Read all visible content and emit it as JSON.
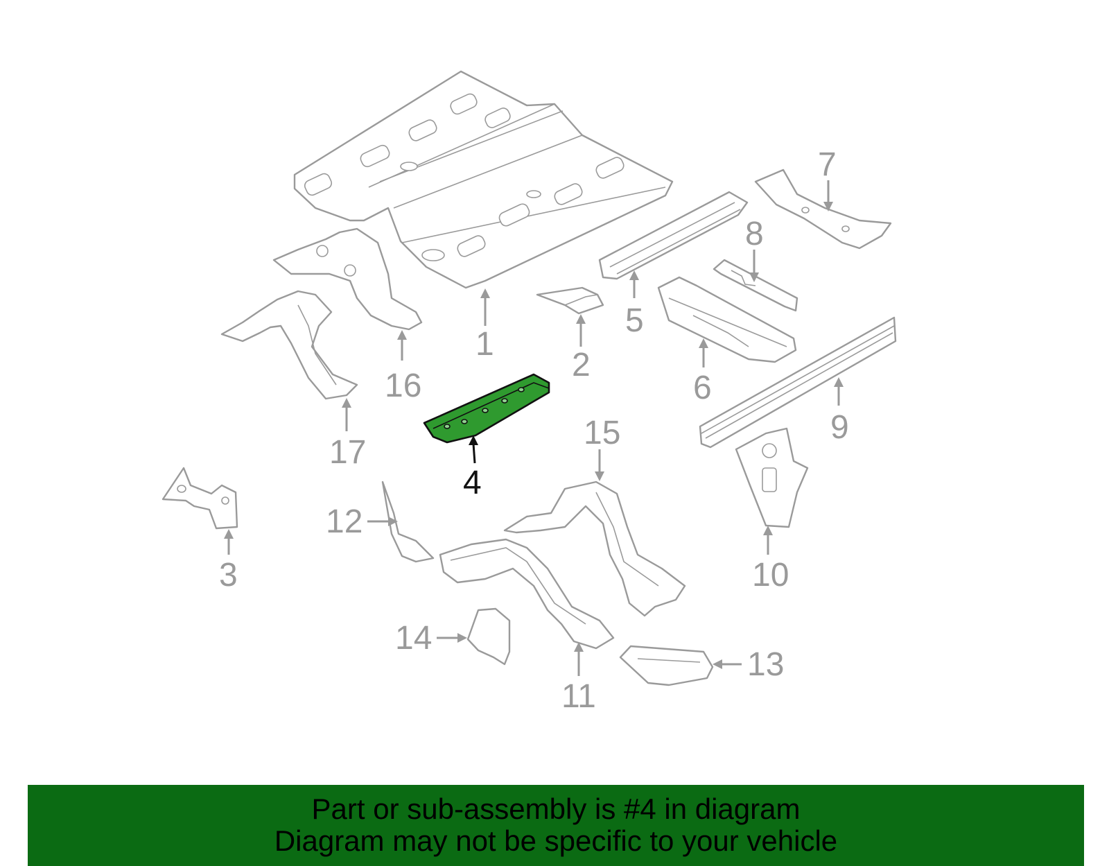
{
  "diagram": {
    "highlighted_part": "4",
    "callouts": [
      "1",
      "2",
      "3",
      "4",
      "5",
      "6",
      "7",
      "8",
      "9",
      "10",
      "11",
      "12",
      "13",
      "14",
      "15",
      "16",
      "17"
    ],
    "colors": {
      "line": "#9a9a9a",
      "highlight_fill": "#2f9a2f",
      "highlight_line": "#111111"
    }
  },
  "banner": {
    "line1": "Part or sub-assembly is #4 in diagram",
    "line2": "Diagram may not be specific to your vehicle",
    "color": "#0b6b13"
  }
}
